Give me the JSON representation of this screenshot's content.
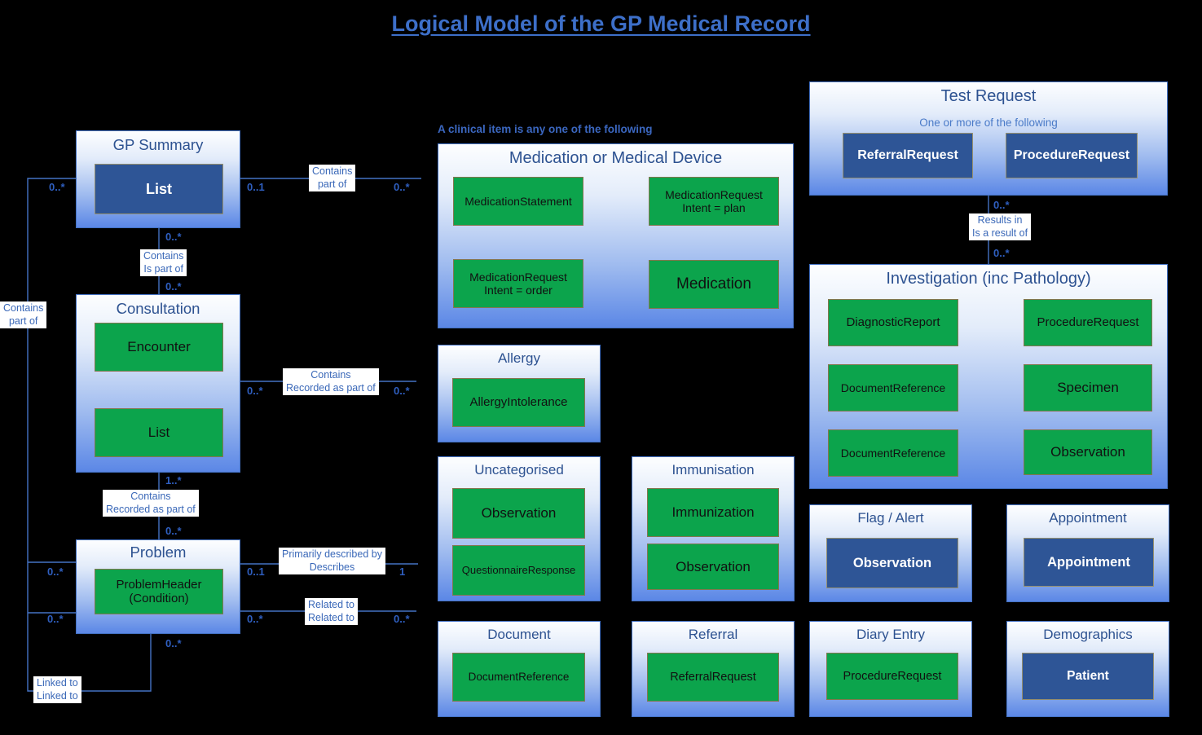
{
  "title": "Logical Model of the GP Medical Record",
  "annotations": {
    "clinical_item_note": "A clinical item is any one of the following"
  },
  "colors": {
    "background": "#000000",
    "accent_blue": "#4472C4",
    "group_title_blue": "#2d5291",
    "green_node": "#0CA44C",
    "dark_blue_node": "#2E5596",
    "label_blue": "#3a68b8",
    "title_blue": "#3d6fc9"
  },
  "groups": {
    "gp_summary": {
      "title": "GP Summary",
      "items": {
        "list": "List"
      }
    },
    "consultation": {
      "title": "Consultation",
      "items": {
        "encounter": "Encounter",
        "list": "List"
      }
    },
    "problem": {
      "title": "Problem",
      "items": {
        "problem_header": "ProblemHeader\n(Condition)"
      }
    },
    "medication_or_medical_device": {
      "title": "Medication or Medical Device",
      "items": {
        "medication_statement": "MedicationStatement",
        "medication_request_plan": "MedicationRequest\nIntent = plan",
        "medication_request_order": "MedicationRequest\nIntent = order",
        "medication": "Medication"
      }
    },
    "allergy": {
      "title": "Allergy",
      "items": {
        "allergy_intolerance": "AllergyIntolerance"
      }
    },
    "uncategorised": {
      "title": "Uncategorised",
      "items": {
        "observation": "Observation",
        "questionnaire_response": "QuestionnaireResponse"
      }
    },
    "immunisation": {
      "title": "Immunisation",
      "items": {
        "immunization": "Immunization",
        "observation": "Observation"
      }
    },
    "document": {
      "title": "Document",
      "items": {
        "document_reference": "DocumentReference"
      }
    },
    "referral": {
      "title": "Referral",
      "items": {
        "referral_request": "ReferralRequest"
      }
    },
    "test_request": {
      "title": "Test Request",
      "subtitle": "One or more of the following",
      "items": {
        "referral_request": "ReferralRequest",
        "procedure_request": "ProcedureRequest"
      }
    },
    "investigation": {
      "title": "Investigation (inc Pathology)",
      "items": {
        "diagnostic_report": "DiagnosticReport",
        "document_reference_1": "DocumentReference",
        "document_reference_2": "DocumentReference",
        "procedure_request": "ProcedureRequest",
        "specimen": "Specimen",
        "observation": "Observation"
      }
    },
    "flag_alert": {
      "title": "Flag / Alert",
      "items": {
        "observation": "Observation"
      }
    },
    "appointment": {
      "title": "Appointment",
      "items": {
        "appointment": "Appointment"
      }
    },
    "diary_entry": {
      "title": "Diary Entry",
      "items": {
        "procedure_request": "ProcedureRequest"
      }
    },
    "demographics": {
      "title": "Demographics",
      "items": {
        "patient": "Patient"
      }
    }
  },
  "connections": {
    "chips": [
      "Contains\npart of",
      "Contains\nIs part of",
      "Contains\npart of",
      "Contains\nRecorded as part of",
      "Contains\nRecorded as part of",
      "Primarily described by\nDescribes",
      "Related to\nRelated to",
      "Linked to\nLinked to",
      "Results in\nIs a result of"
    ],
    "multiplicities": [
      "0..*",
      "0..1",
      "0..*",
      "0..*",
      "0..*",
      "0..*",
      "0..*",
      "1..*",
      "0..*",
      "0..*",
      "0..1",
      "1",
      "0..*",
      "0..*",
      "0..*",
      "0..*",
      "0..*",
      "0..*"
    ]
  }
}
